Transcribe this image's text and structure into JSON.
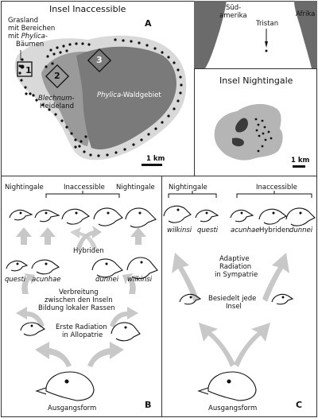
{
  "panel_a": {
    "letter": "A",
    "island_title": "Insel Inaccessible",
    "grassland_line1": "Grasland",
    "grassland_line2": "mit Bereichen",
    "grassland_line3_prefix": "mit ",
    "grassland_line3_italic": "Phylica",
    "grassland_line3_suffix": "-",
    "grassland_line4": "Bäumen",
    "blechnum_line1": "Blechnum",
    "blechnum_line1_suffix": "-",
    "blechnum_line2": "Heideland",
    "phylica_italic": "Phylica",
    "phylica_suffix": "-Waldgebiet",
    "site_1": "1",
    "site_2": "2",
    "site_3": "3",
    "scale": "1 km"
  },
  "inset_world": {
    "south_america": "Süd-",
    "south_america_2": "amerika",
    "tristan": "Tristan",
    "africa": "Afrika"
  },
  "nightingale_map": {
    "title": "Insel Nightingale",
    "scale": "1 km"
  },
  "panel_b": {
    "letter": "B",
    "top_left": "Nightingale",
    "top_mid": "Inaccessible",
    "top_right": "Nightingale",
    "hybrids": "Hybriden",
    "sp_questi": "questi",
    "sp_acunhae": "acunhae",
    "sp_dunnei": "dunnei",
    "sp_wilkinsi": "wilkinsi",
    "spread_1": "Verbreitung",
    "spread_2": "zwischen den Inseln",
    "spread_3": "Bildung lokaler Rassen",
    "radiation_1": "Erste Radiation",
    "radiation_2": "in Allopatrie",
    "ancestor": "Ausgangsform"
  },
  "panel_c": {
    "letter": "C",
    "top_left": "Nightingale",
    "top_right": "Inaccessible",
    "sp_wilkinsi": "wilkinsi",
    "sp_questi": "questi",
    "sp_acunhae": "acunhae",
    "hybrids": "Hybriden",
    "sp_dunnei": "dunnei",
    "adaptive_1": "Adaptive",
    "adaptive_2": "Radiation",
    "adaptive_3": "in Sympatrie",
    "colonize_1": "Besiedelt jede",
    "colonize_2": "Insel",
    "ancestor": "Ausgangsform"
  },
  "colors": {
    "sea": "#ffffff",
    "grassland": "#d9d9d9",
    "heath": "#9a9a9a",
    "forest": "#7a7a7a",
    "arrow": "#c8c8c8",
    "land_dark": "#6b6b6b"
  }
}
